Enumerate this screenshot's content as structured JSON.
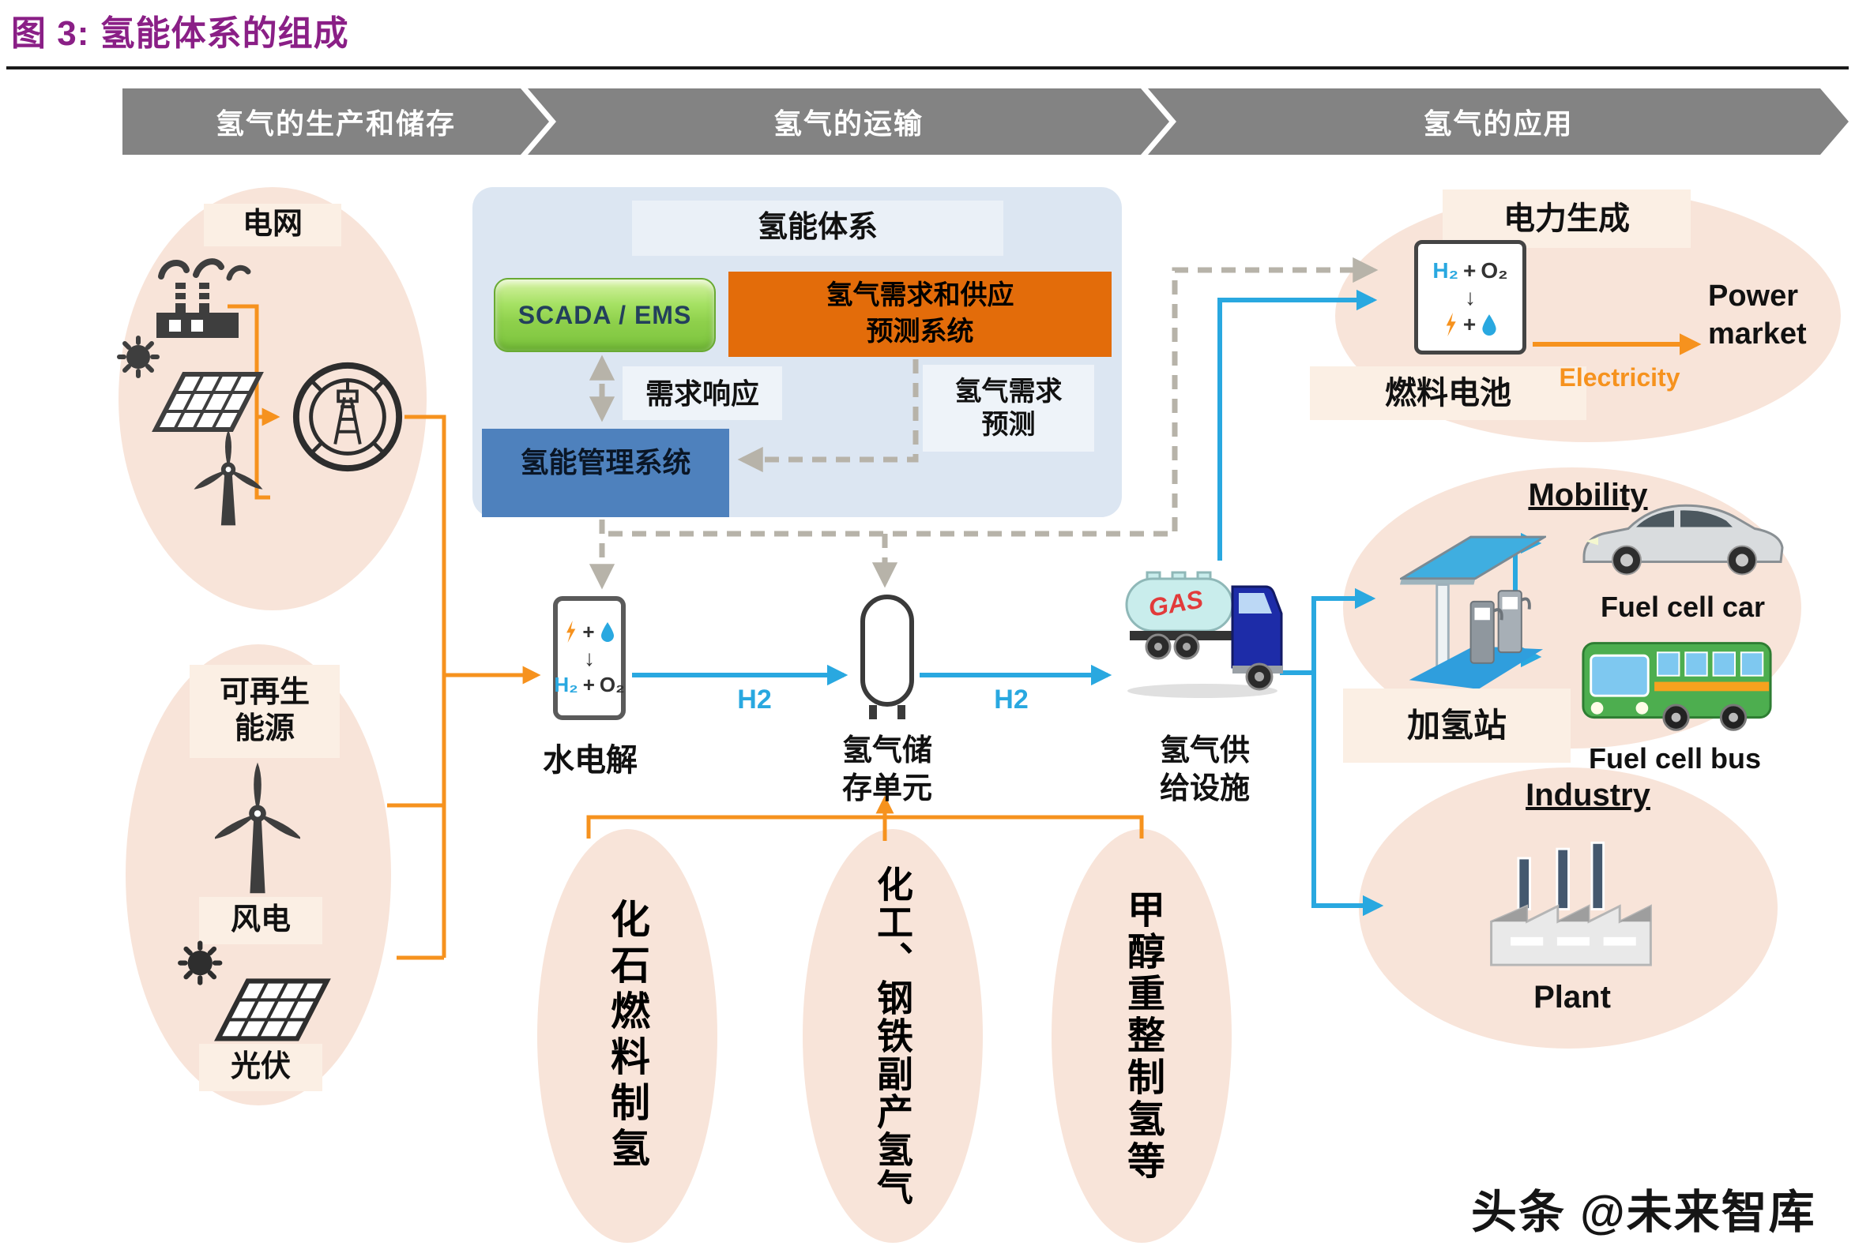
{
  "figure": {
    "title": "图 3:  氢能体系的组成"
  },
  "banner": {
    "stages": [
      {
        "label": "氢气的生产和储存"
      },
      {
        "label": "氢气的运输"
      },
      {
        "label": "氢气的应用"
      }
    ]
  },
  "system": {
    "title": "氢能体系",
    "scada_label": "SCADA / EMS",
    "forecast_line1": "氢气需求和供应",
    "forecast_line2": "预测系统",
    "demand_response": "需求响应",
    "h2_demand_line1": "氢气需求",
    "h2_demand_line2": "预测",
    "management_label": "氢能管理系统"
  },
  "grid": {
    "label": "电网"
  },
  "renewable": {
    "label_line1": "可再生",
    "label_line2": "能源",
    "wind_label": "风电",
    "solar_label": "光伏"
  },
  "chain": {
    "electrolysis_label": "水电解",
    "storage_label_line1": "氢气储",
    "storage_label_line2": "存单元",
    "supply_label_line1": "氢气供",
    "supply_label_line2": "给设施",
    "h2_flow1": "H2",
    "h2_flow2": "H2",
    "truck_tank_text": "GAS",
    "formula": {
      "h2": "H₂",
      "o2": "O₂",
      "plus": "+",
      "arrow": "↓"
    }
  },
  "power_generation": {
    "title": "电力生成",
    "fuel_cell_label": "燃料电池",
    "electricity_label": "Electricity",
    "market_line1": "Power",
    "market_line2": "market"
  },
  "mobility": {
    "title": "Mobility",
    "station_label": "加氢站",
    "car_label": "Fuel cell car",
    "bus_label": "Fuel cell bus"
  },
  "industry": {
    "title": "Industry",
    "plant_label": "Plant"
  },
  "hydrogen_sources": [
    "化石燃料制氢",
    "化工、钢铁副产氢气",
    "甲醇重整制氢等"
  ],
  "watermark": "头条 @未来智库",
  "colors": {
    "accent_blue": "#29A8E0",
    "accent_orange": "#F6921E",
    "orange_box": "#E36C0A",
    "management_blue": "#4E81BD",
    "scada_green": "#8ED04B",
    "system_panel": "#DCE6F2",
    "ellipse_peach": "#F8E4D9",
    "band_peach": "#FBEFE4",
    "banner_gray": "#838383",
    "title_purple": "#8A1F86"
  }
}
